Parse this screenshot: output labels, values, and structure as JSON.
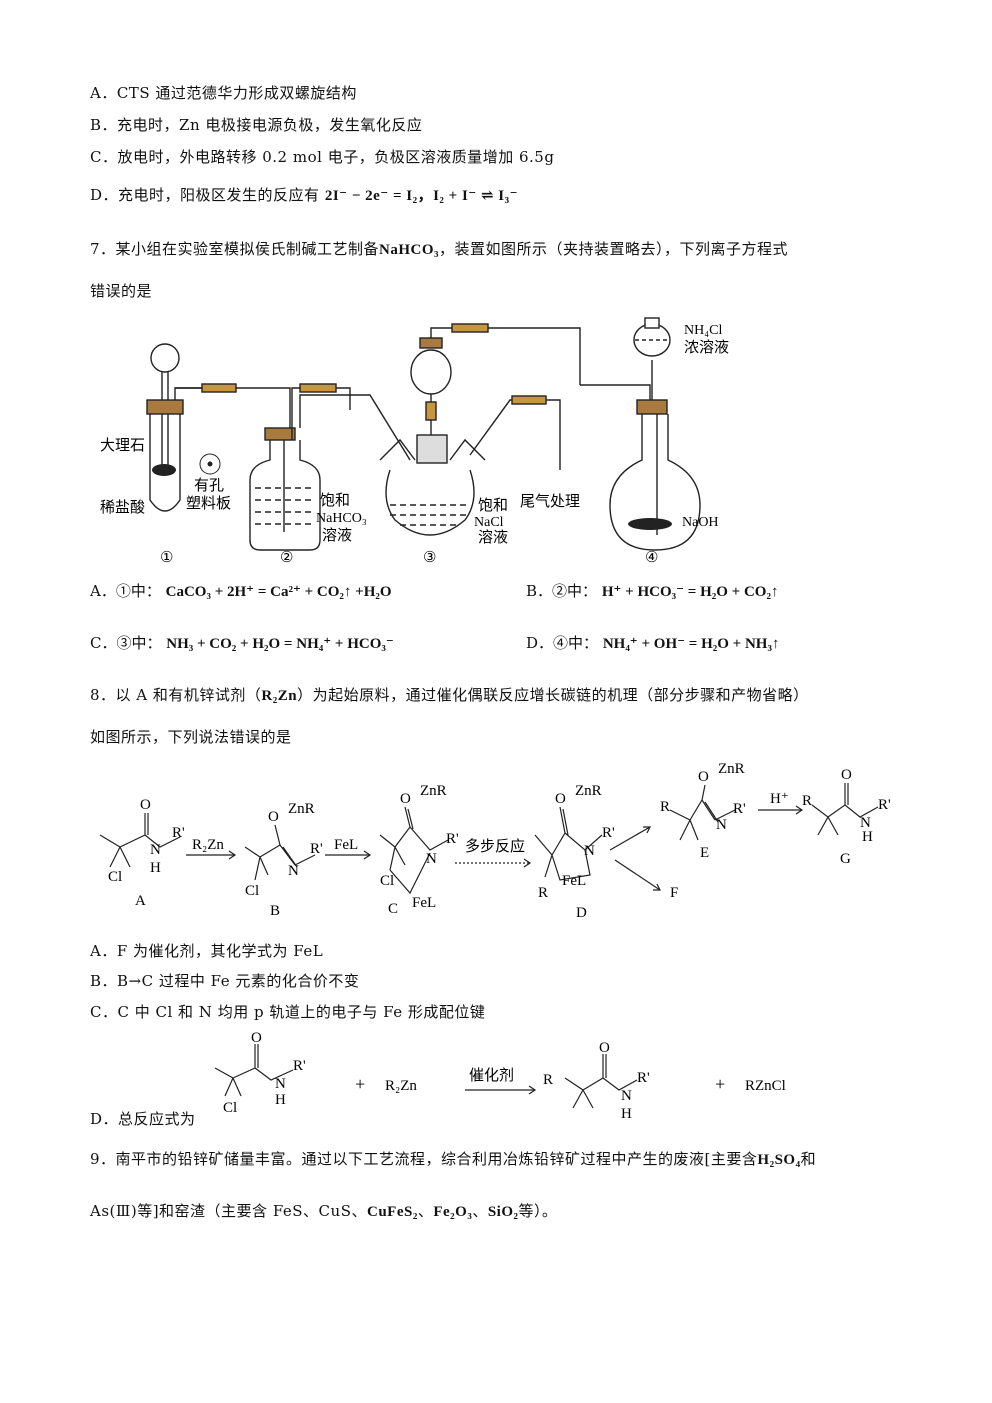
{
  "q6_options": {
    "A": "A．CTS 通过范德华力形成双螺旋结构",
    "B": "B．充电时，Zn 电极接电源负极，发生氧化反应",
    "C": "C．放电时，外电路转移 0.2 mol 电子，负极区溶液质量增加 6.5g",
    "D_prefix": "D．充电时，阳极区发生的反应有",
    "D_eq": "2I⁻ − 2e⁻ = I₂，I₂ + I⁻ ⇌ I₃⁻"
  },
  "q7": {
    "stem_line1_a": "7．某小组在实验室模拟侯氏制碱工艺制备",
    "stem_formula": "NaHCO₃",
    "stem_line1_b": "，装置如图所示（夹持装置略去），下列离子方程式",
    "stem_line2": "错误的是",
    "figure_labels": {
      "marble": "大理石",
      "dilute_hcl": "稀盐酸",
      "porous1": "有孔",
      "porous2": "塑料板",
      "sat1": "饱和",
      "nahco3": "NaHCO₃",
      "sol1": "溶液",
      "sat2": "饱和",
      "nacl": "NaCl",
      "sol2": "溶液",
      "tail": "尾气处理",
      "nh4cl": "NH₄Cl",
      "conc": "浓溶液",
      "naoh": "NaOH",
      "n1": "①",
      "n2": "②",
      "n3": "③",
      "n4": "④"
    },
    "options": {
      "A_pre": "A．①中：",
      "A_eq": "CaCO₃ + 2H⁺ = Ca²⁺ + CO₂↑ +H₂O",
      "B_pre": "B．②中：",
      "B_eq": "H⁺ + HCO₃⁻ = H₂O + CO₂↑",
      "C_pre": "C．③中：",
      "C_eq": "NH₃ + CO₂ + H₂O = NH₄⁺ + HCO₃⁻",
      "D_pre": "D．④中：",
      "D_eq": "NH₄⁺ + OH⁻ = H₂O + NH₃↑"
    }
  },
  "q8": {
    "stem_line1_a": "8．以 A 和有机锌试剂（",
    "stem_formula": "R₂Zn",
    "stem_line1_b": "）为起始原料，通过催化偶联反应增长碳链的机理（部分步骤和产物省略）",
    "stem_line2": "如图所示，下列说法错误的是",
    "scheme": {
      "r2zn": "R₂Zn",
      "fel": "FeL",
      "multi": "多步反应",
      "hplus": "H⁺",
      "A": "A",
      "B": "B",
      "C": "C",
      "D": "D",
      "E": "E",
      "F": "F",
      "G": "G",
      "O": "O",
      "N": "N",
      "H": "H",
      "Cl": "Cl",
      "R": "R",
      "Rp": "R'",
      "OZnR": "O",
      "ZnR": "ZnR"
    },
    "options": {
      "A": "A．F 为催化剂，其化学式为 FeL",
      "B": "B．B→C 过程中 Fe 元素的化合价不变",
      "C": "C．C 中 Cl 和 N 均用 p 轨道上的电子与 Fe 形成配位键",
      "D": "D．总反应式为",
      "D_reagent": "R₂Zn",
      "D_cat": "催化剂",
      "D_prod": "RZnCl"
    }
  },
  "q9": {
    "line1_a": "9．南平市的铅锌矿储量丰富。通过以下工艺流程，综合利用冶炼铅锌矿过程中产生的废液[主要含",
    "line1_f": "H₂SO₄",
    "line1_b": "和",
    "line2_a": "As(Ⅲ)等]和窑渣（主要含 FeS、CuS、",
    "line2_f1": "CuFeS₂",
    "line2_s1": "、",
    "line2_f2": "Fe₂O₃",
    "line2_s2": "、",
    "line2_f3": "SiO₂",
    "line2_b": "等）。"
  }
}
